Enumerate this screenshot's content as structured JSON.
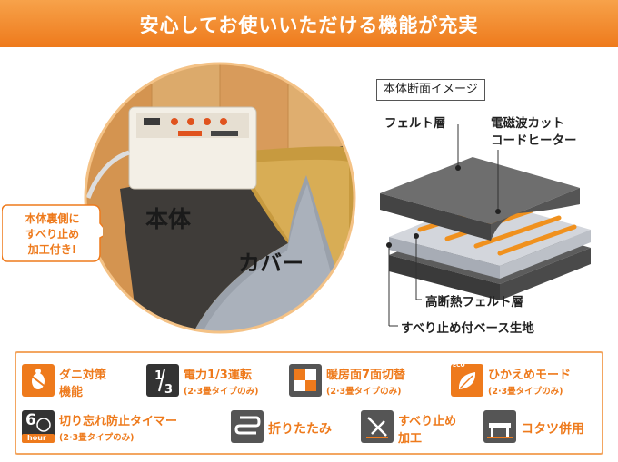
{
  "banner": {
    "title": "安心してお使いいただける機能が充実"
  },
  "photo": {
    "callout": [
      "本体裏側に",
      "すべり止め",
      "加工付き!"
    ],
    "label_body": "本体",
    "label_cover": "カバー"
  },
  "cross_section": {
    "title": "本体断面イメージ",
    "labels": {
      "felt": "フェルト層",
      "heater": [
        "電磁波カット",
        "コードヒーター"
      ],
      "insulation": "高断熱フェルト層",
      "base": "すべり止め付ベース生地"
    }
  },
  "features": [
    {
      "icon": "dust-mite-icon",
      "line1": "ダニ対策",
      "line2": "機能"
    },
    {
      "icon": "one-third-power-icon",
      "line1": "電力1/3運転",
      "sub": "(2·3畳タイプのみ)"
    },
    {
      "icon": "room-surface-switch-icon",
      "line1": "暖房面7面切替",
      "sub": "(2·3畳タイプのみ)"
    },
    {
      "icon": "eco-leaf-icon",
      "badge": "ECO",
      "line1": "ひかえめモード",
      "sub": "(2·3畳タイプのみ)"
    },
    {
      "icon": "six-hour-timer-icon",
      "badge_num": "6",
      "badge_unit": "hour",
      "line1": "切り忘れ防止タイマー",
      "sub": "(2·3畳タイプのみ)"
    },
    {
      "icon": "fold-icon",
      "line1": "折りたたみ"
    },
    {
      "icon": "anti-slip-icon",
      "line1": "すべり止め",
      "line2": "加工"
    },
    {
      "icon": "kotatsu-icon",
      "line1": "コタツ併用"
    }
  ],
  "colors": {
    "accent": "#ee7a1c",
    "border": "#f3a661"
  }
}
